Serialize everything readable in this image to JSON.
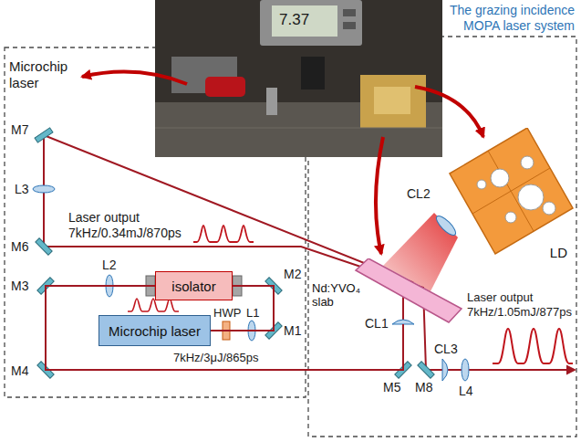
{
  "diagram": {
    "nodes": [
      {
        "text": [
          "The grazing incidence MOPA laser system"
        ]
      },
      {
        "text": [
          "LD"
        ],
        "in": 0
      },
      {
        "text": [
          "Nd:YVO₄ slab"
        ],
        "in": 0
      },
      {
        "text": [
          "isolator"
        ]
      },
      {
        "text": [
          "Microchip laser"
        ]
      }
    ],
    "edges": [
      {
        "from": 4,
        "to": 3,
        "arrow": "none"
      },
      {
        "from": 3,
        "to": 2,
        "arrow": "none"
      }
    ],
    "labels": [
      "7.37",
      "Microchip laser",
      "M7",
      "L3",
      "Laser output 7kHz/0.34mJ/870ps",
      "M6",
      "CL2",
      "M3",
      "L2",
      "M2",
      "HWP",
      "L1",
      "M1",
      "7kHz/3μJ/865ps",
      "CL1",
      "Laser output 7kHz/1.05mJ/877ps",
      "CL3",
      "M4",
      "M5",
      "M8",
      "L4"
    ]
  }
}
